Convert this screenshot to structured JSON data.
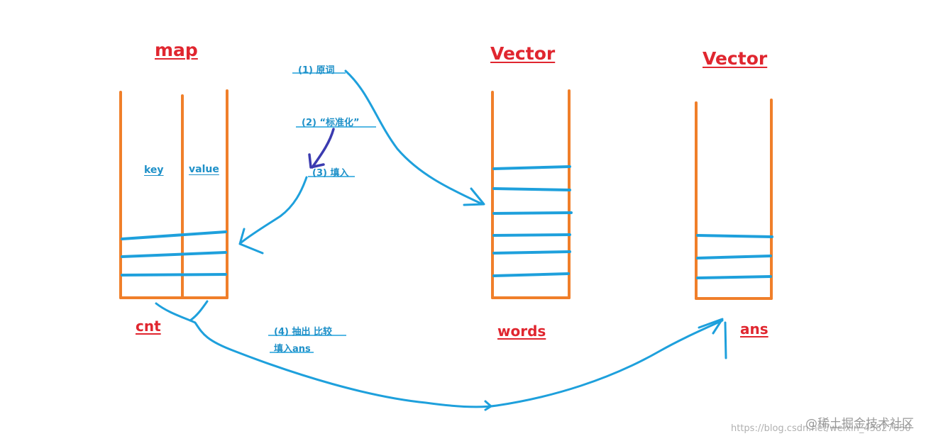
{
  "containers": {
    "map": {
      "title": "map",
      "name": "cnt",
      "key_label": "key",
      "value_label": "value"
    },
    "words": {
      "title": "Vector",
      "name": "words"
    },
    "ans": {
      "title": "Vector",
      "name": "ans"
    }
  },
  "steps": {
    "step1": "(1) 原词",
    "step2": "(2) “标准化”",
    "step3": "(3) 填入",
    "step4_line1": "(4) 抽出  比较",
    "step4_line2": "填入ans"
  },
  "watermark": "@稀土掘金技术社区",
  "url_text": "https://blog.csdn.net/weixin_45827650",
  "colors": {
    "container": "#f07f2a",
    "slot": "#1ea0dc",
    "arrow": "#1ea0dc",
    "arrow_dark": "#3b3bb0",
    "label": "#e0262f"
  }
}
